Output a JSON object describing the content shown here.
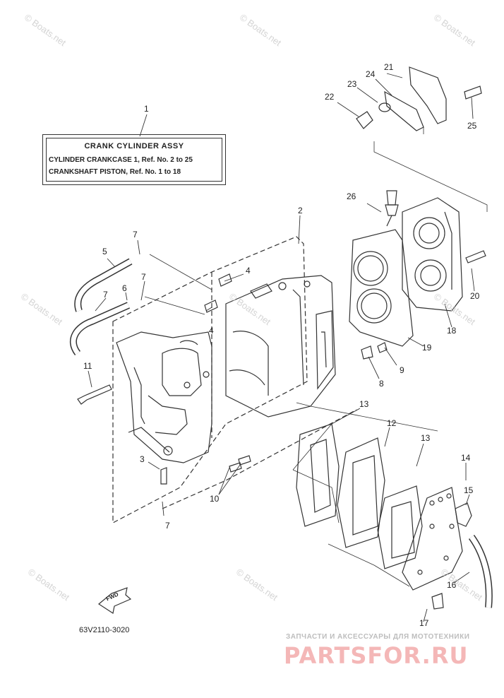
{
  "title_box": {
    "line1": "CRANK CYLINDER ASSY",
    "line2": "CYLINDER CRANKCASE 1,  Ref. No. 2 to 25",
    "line3": "CRANKSHAFT PISTON,  Ref. No. 1 to 18"
  },
  "callouts": {
    "c1": "1",
    "c2": "2",
    "c3": "3",
    "c4a": "4",
    "c4b": "4",
    "c5": "5",
    "c6": "6",
    "c7a": "7",
    "c7b": "7",
    "c7c": "7",
    "c7d": "7",
    "c8": "8",
    "c9": "9",
    "c10": "10",
    "c11": "11",
    "c12": "12",
    "c13a": "13",
    "c13b": "13",
    "c14": "14",
    "c15": "15",
    "c16": "16",
    "c17": "17",
    "c18": "18",
    "c19": "19",
    "c20": "20",
    "c21": "21",
    "c22": "22",
    "c23": "23",
    "c24": "24",
    "c25": "25",
    "c26": "26"
  },
  "fwd_label": "FWD",
  "diagram_code": "63V2110-3020",
  "watermark": "© Boats.net",
  "shop": {
    "subtitle": "ЗАПЧАСТИ И АКСЕССУАРЫ ДЛЯ МОТОТЕХНИКИ",
    "logo": "PARTSFOR.RU"
  },
  "colors": {
    "line": "#333333",
    "watermark": "#d4d4d4",
    "shop_logo": "#f4b7b7"
  }
}
